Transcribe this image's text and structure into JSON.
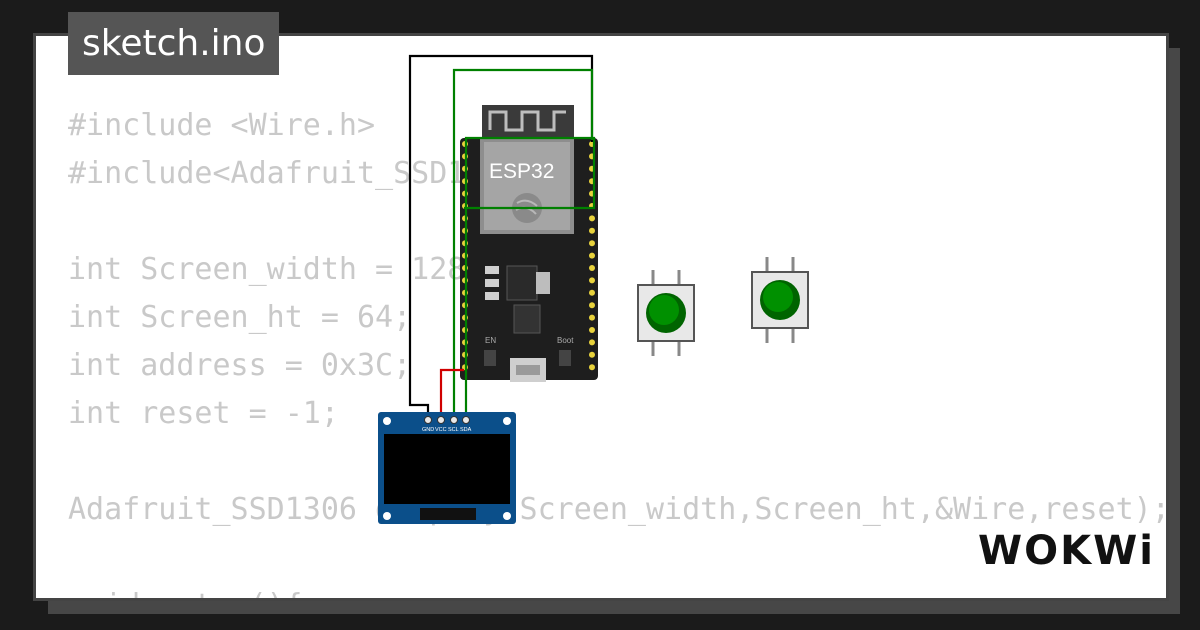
{
  "sketch": {
    "filename": "sketch.ino"
  },
  "code": {
    "lines": [
      "#include <Wire.h>",
      "#include<Adafruit_SSD1306.h>",
      "",
      "int Screen_width = 128;",
      "int Screen_ht = 64;",
      "int address = 0x3C;",
      "int reset = -1;",
      "",
      "Adafruit_SSD1306 display(Screen_width,Screen_ht,&Wire,reset);",
      "",
      "void setup(){"
    ]
  },
  "esp32": {
    "label": "ESP32",
    "boot_label": "Boot",
    "en_label": "EN"
  },
  "oled": {
    "pins": [
      "GND",
      "VCC",
      "SCL",
      "SDA"
    ]
  },
  "buttons": [
    {
      "color": "#008000"
    },
    {
      "color": "#008000"
    }
  ],
  "brand": {
    "logo": "WOKWi"
  },
  "colors": {
    "wire_black": "#000000",
    "wire_green": "#008000",
    "wire_red": "#d00000",
    "oled_board": "#0b4f8a"
  }
}
